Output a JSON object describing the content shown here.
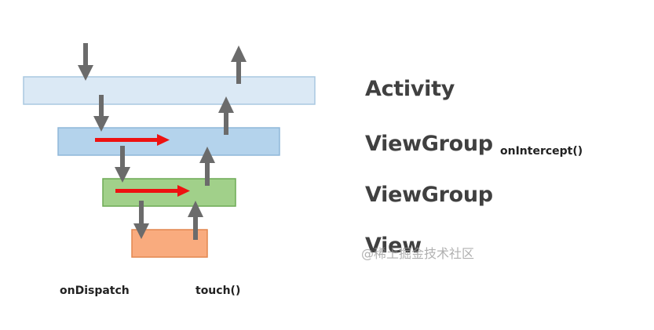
{
  "layers": {
    "activity": "Activity",
    "viewgroup_outer": "ViewGroup",
    "viewgroup_inner": "ViewGroup",
    "view": "View"
  },
  "labels": {
    "on_intercept": "onIntercept()",
    "on_dispatch": "onDispatch",
    "touch": "touch()"
  },
  "watermark": "@稀土掘金技术社区",
  "colors": {
    "activity_fill": "#dbe9f5",
    "activity_border": "#a9c8e0",
    "viewgroup_outer_fill": "#b4d3ec",
    "viewgroup_outer_border": "#8fb7d9",
    "viewgroup_inner_fill": "#a1d08a",
    "viewgroup_inner_border": "#6daa55",
    "view_fill": "#f9ab7e",
    "view_border": "#e2864e",
    "arrow_gray": "#6b6b6b",
    "arrow_red": "#ee1111"
  }
}
